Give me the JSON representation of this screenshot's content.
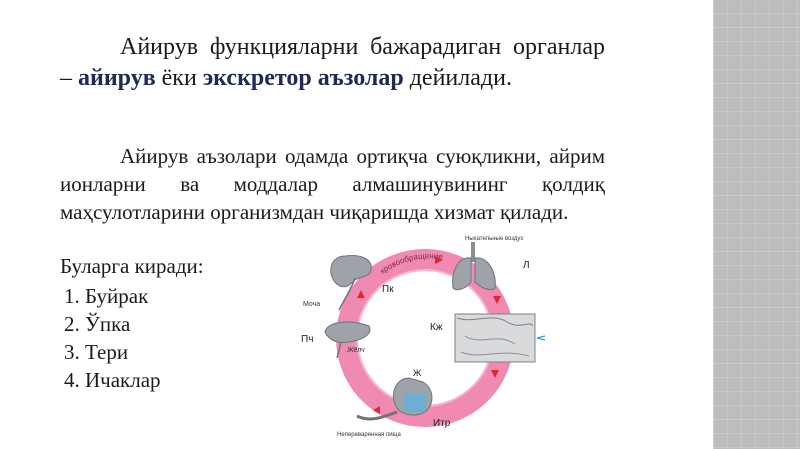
{
  "paragraph1": {
    "part1": "Айирув функцияларни бажарадиган органлар – ",
    "term1": "айирув",
    "part2": " ёки ",
    "term2": "экскретор аъзолар",
    "part3": " дейилади."
  },
  "paragraph2": "Айирув аъзолари одамда ортиқча суюқликни, айрим ионларни ва моддалар алмашинувининг қолдиқ маҳсулотларини организмдан чиқаришда хизмат қилади.",
  "list_intro": "Буларга киради:",
  "items": [
    "1. Буйрак",
    "2. Ўпка",
    "3. Тери",
    "4. Ичаклар"
  ],
  "diagram": {
    "labels": {
      "pk": "Пк",
      "l": "Л",
      "kzh": "Кж",
      "pch": "Пч",
      "zh": "Ж",
      "itr": "Итр",
      "mocha": "Моча",
      "zhelch": "Жёлч",
      "top_caption": "Ныхательные\nвоздух",
      "bottom_caption": "Непереваренная пища",
      "ring_text": "кровообращение"
    },
    "colors": {
      "ring": "#f08ab2",
      "arrow": "#e02a2a",
      "organ": "#9ea3aa"
    }
  }
}
